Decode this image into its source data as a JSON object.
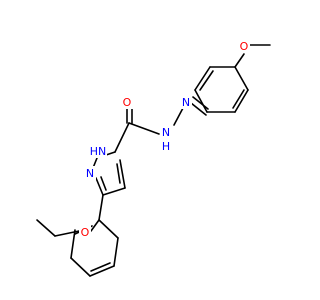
{
  "molecule": {
    "atoms": [
      {
        "id": "O_carbonyl",
        "text": "O",
        "color": "#ff0000"
      },
      {
        "id": "N_hydrazide",
        "text": "N",
        "color": "#0000ff"
      },
      {
        "id": "H_hydrazide",
        "text": "H",
        "color": "#0000ff"
      },
      {
        "id": "N_imine",
        "text": "N",
        "color": "#0000ff"
      },
      {
        "id": "O_methoxy",
        "text": "O",
        "color": "#ff0000"
      },
      {
        "id": "N1_pyrazole",
        "text": "HN",
        "color": "#0000ff"
      },
      {
        "id": "N2_pyrazole",
        "text": "N",
        "color": "#0000ff"
      },
      {
        "id": "O_ethoxy",
        "text": "O",
        "color": "#ff0000"
      }
    ]
  }
}
